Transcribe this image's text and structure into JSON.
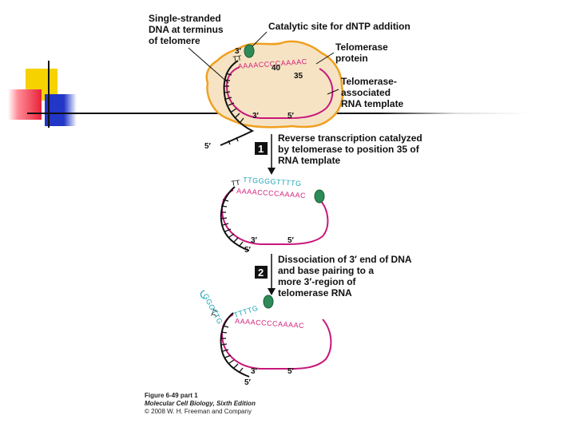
{
  "labels": {
    "single_stranded": [
      "Single-stranded",
      "DNA at terminus",
      "of telomere"
    ],
    "catalytic_site": "Catalytic site for dNTP addition",
    "telomerase_protein": [
      "Telomerase",
      "protein"
    ],
    "rna_template": [
      "Telomerase-",
      "associated",
      "RNA template"
    ],
    "pos_40": "40",
    "pos_35": "35"
  },
  "ends": {
    "three_prime": "3′",
    "five_prime": "5′"
  },
  "steps": [
    {
      "number": "1",
      "lines": [
        "Reverse transcription catalyzed",
        "by telomerase to position 35 of",
        "RNA template"
      ]
    },
    {
      "number": "2",
      "lines": [
        "Dissociation of 3′ end of DNA",
        "and base pairing to a",
        "more 3′-region of",
        "telomerase RNA"
      ]
    }
  ],
  "sequences": {
    "panel1_rna": "AAAACCCCAAAAC",
    "panel1_dna": "TT",
    "panel2_rna": "AAAACCCCAAAAC",
    "panel2_dna_new": "TTGGGGTTTTG",
    "panel2_dna_old": "TT",
    "panel3_rna": "AAAACCCCAAAAC",
    "panel3_dna_paired": "TTTTG",
    "panel3_dna_loop": "GGGTTG",
    "panel3_dna_old": "TT"
  },
  "caption": {
    "figure": "Figure 6-49 part 1",
    "book": "Molecular Cell Biology, Sixth Edition",
    "copyright": "© 2008 W. H. Freeman and Company"
  },
  "colors": {
    "rna": "#c8187a",
    "new_dna": "#1aa3b8",
    "protein_fill": "#f6e3c4",
    "protein_stroke": "#f0a020",
    "catalytic": "#2e8b57",
    "step_box": "#111111",
    "deco_yellow": "#f5d200",
    "deco_red": "#e8233a",
    "deco_blue": "#2236c8"
  }
}
